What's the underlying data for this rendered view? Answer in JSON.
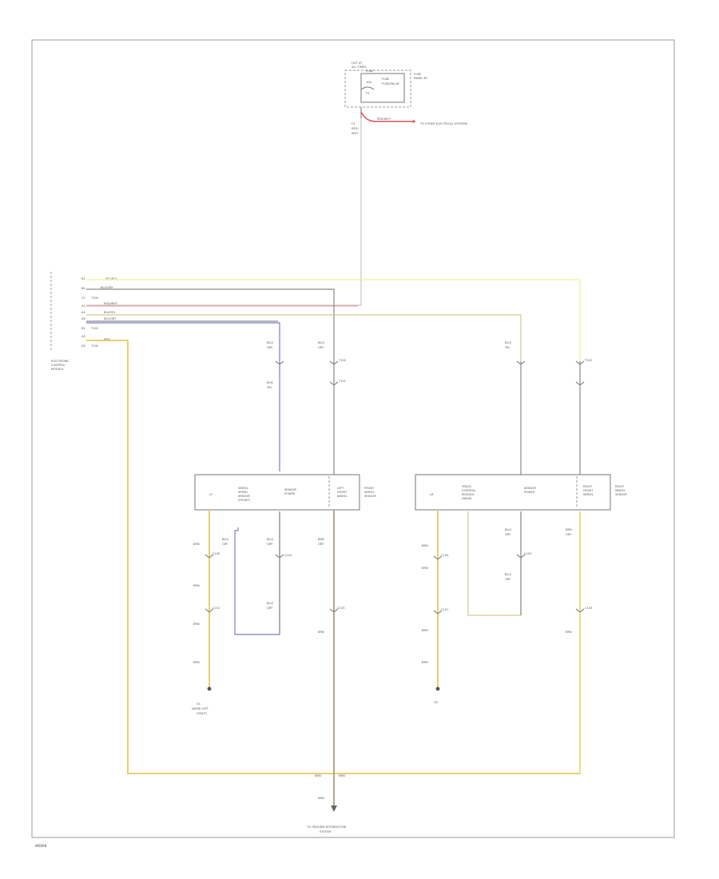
{
  "fuse_block": {
    "header": "HOT AT",
    "sub": "ALL TIMES",
    "fuse_label": "FUSE",
    "fuse_amp": "10A",
    "fuse_text": "FUSE/RELAY",
    "fuse_name": "FUSE",
    "name_line1": "FUSE",
    "name_line2": "PANEL BT",
    "wire_label": "RED/WHT",
    "wire_to": "TO OTHER ELECTRICAL SYSTEMS",
    "pin1": "F3",
    "pin2": "RED/",
    "pin3": "WHT"
  },
  "module": {
    "line1": "ELECTRONIC",
    "line2": "CONTROL",
    "line3": "MODULE",
    "pins": [
      "B1",
      "B4",
      "C2",
      "A1",
      "A4",
      "A6",
      "B2",
      "A3",
      "D3"
    ],
    "wires": [
      "YEL/BLU",
      "BLU/GRY",
      "T100",
      "RED/WHT",
      "BLK/YEL",
      "BLU/GRY",
      "T101",
      "BRN",
      "T102"
    ]
  },
  "conn_labels": [
    "BLU/",
    "GRY",
    "BLK/",
    "YEL",
    "T100",
    "BLU/",
    "GRY",
    "T101",
    "BLU/",
    "YEL",
    "T102"
  ],
  "left_sensor": {
    "left_text": "LF",
    "mid_line1": "WHEEL",
    "mid_line2": "SPEED",
    "mid_line3": "SENSOR",
    "mid_line4": "(FRONT)",
    "block1": "SENSOR",
    "block2": "POWER",
    "right_line1": "LEFT",
    "right_line2": "FRONT",
    "right_line3": "WHEEL",
    "right_line4": "SENSOR"
  },
  "right_sensor": {
    "left_text": "LR",
    "mid_line1": "TRACK",
    "mid_line2": "CONTROL",
    "mid_line3": "MODULE",
    "mid_line4": "(REAR)",
    "block1": "SENSOR",
    "block2": "POWER",
    "right_line1": "RIGHT",
    "right_line2": "FRONT",
    "right_line3": "WHEEL",
    "right_line4": "SENSOR"
  },
  "wire_labels": {
    "brn": "BRN",
    "blu_gry": "BLU/",
    "gry": "GRY",
    "c100": "C100",
    "c101": "C101",
    "c102": "C102",
    "c103": "C103"
  },
  "ground_left": {
    "line1": "G1",
    "line2": "(NEAR LEFT",
    "line3": "STRUT)"
  },
  "ground_right": {
    "line1": "G2"
  },
  "bottom": {
    "wire": "BRN",
    "wire2": "BRN",
    "bus": "BRN",
    "to_line1": "TO GROUND DISTRIBUTION",
    "to_line2": "SYSTEM"
  },
  "figure_id": "W0008"
}
